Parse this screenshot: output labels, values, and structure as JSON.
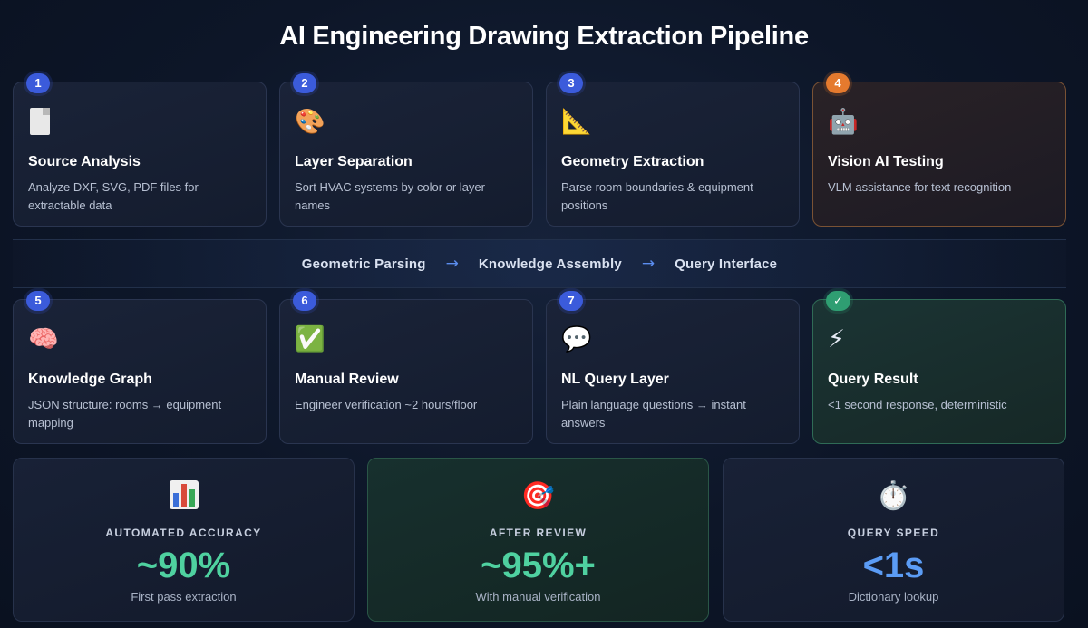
{
  "title": "AI Engineering Drawing Extraction Pipeline",
  "row1": [
    {
      "badge": "1",
      "icon": "document-icon",
      "glyph": "",
      "title": "Source Analysis",
      "desc": "Analyze DXF, SVG, PDF files for extractable data"
    },
    {
      "badge": "2",
      "icon": "palette-icon",
      "glyph": "🎨",
      "title": "Layer Separation",
      "desc": "Sort HVAC systems by color or layer names"
    },
    {
      "badge": "3",
      "icon": "triangle-ruler-icon",
      "glyph": "📐",
      "title": "Geometry Extraction",
      "desc": "Parse room boundaries & equipment positions"
    },
    {
      "badge": "4",
      "icon": "robot-icon",
      "glyph": "🤖",
      "title": "Vision AI Testing",
      "desc": "VLM assistance for text recognition"
    }
  ],
  "flow": {
    "steps": [
      "Geometric Parsing",
      "Knowledge Assembly",
      "Query Interface"
    ],
    "arrow": "→"
  },
  "row2": [
    {
      "badge": "5",
      "icon": "brain-icon",
      "glyph": "🧠",
      "title": "Knowledge Graph",
      "desc": "JSON structure: rooms → equipment mapping"
    },
    {
      "badge": "6",
      "icon": "check-mark-icon",
      "glyph": "✅",
      "title": "Manual Review",
      "desc": "Engineer verification ~2 hours/floor"
    },
    {
      "badge": "7",
      "icon": "speech-bubble-icon",
      "glyph": "💬",
      "title": "NL Query Layer",
      "desc": "Plain language questions → instant answers"
    },
    {
      "badge": "✓",
      "icon": "lightning-icon",
      "glyph": "⚡",
      "title": "Query Result",
      "desc": "<1 second response, deterministic"
    }
  ],
  "metrics": [
    {
      "icon": "bar-chart-icon",
      "glyph": "",
      "label": "AUTOMATED ACCURACY",
      "value": "~90%",
      "sub": "First pass extraction",
      "color": "#4fd1a0"
    },
    {
      "icon": "target-icon",
      "glyph": "🎯",
      "label": "AFTER REVIEW",
      "value": "~95%+",
      "sub": "With manual verification",
      "color": "#4fd1a0"
    },
    {
      "icon": "stopwatch-icon",
      "glyph": "⏱️",
      "label": "QUERY SPEED",
      "value": "<1s",
      "sub": "Dictionary lookup",
      "color": "#5b9cf5"
    }
  ],
  "colors": {
    "badge_blue": "#3b5bdb",
    "badge_orange": "#e57a2e",
    "badge_green": "#2f9e72",
    "accent_green": "#4fd1a0",
    "accent_blue": "#5b9cf5",
    "arrow": "#5b8def"
  }
}
